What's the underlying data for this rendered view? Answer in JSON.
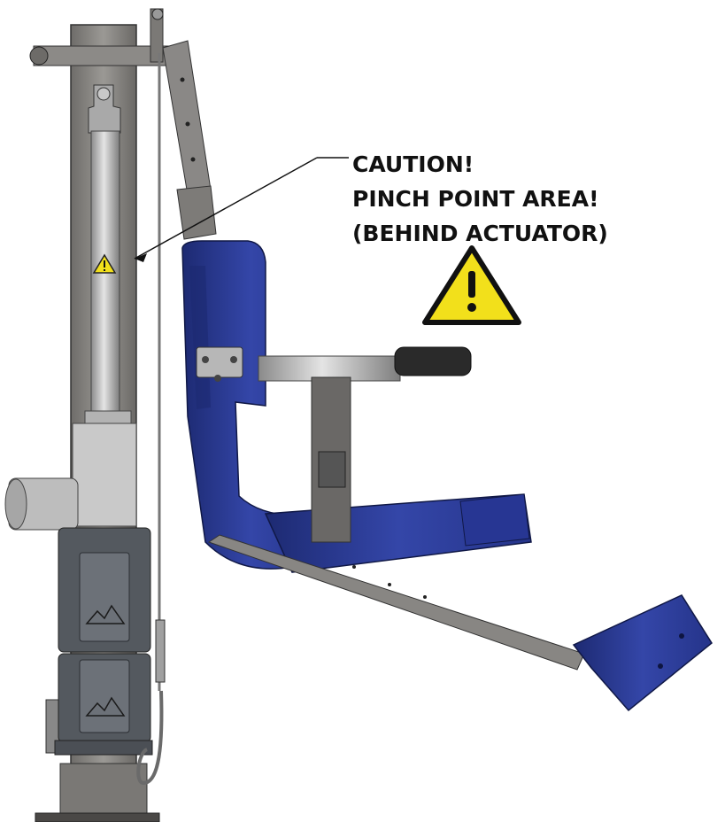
{
  "callout": {
    "line1": "CAUTION!",
    "line2": "PINCH POINT AREA!",
    "line3": "(BEHIND ACTUATOR)"
  },
  "icons": {
    "warning_large": "warning-triangle-icon",
    "warning_small": "warning-label-icon",
    "mountain_logo": "mountain-logo-icon"
  },
  "colors": {
    "seat_blue": "#2f3f9e",
    "seat_blue_dark": "#1d2a72",
    "steel": "#8e8c88",
    "steel_dark": "#5f5d5a",
    "warning_yellow": "#f2e01b",
    "text": "#111111"
  }
}
